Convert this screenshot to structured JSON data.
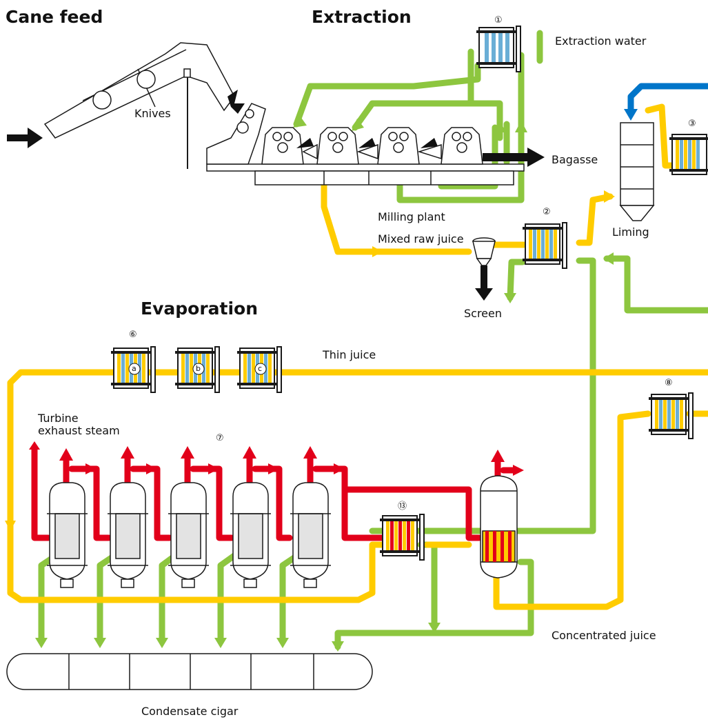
{
  "headings": {
    "cane_feed": "Cane feed",
    "extraction": "Extraction",
    "evaporation": "Evaporation"
  },
  "labels": {
    "extraction_water": "Extraction water",
    "knives": "Knives",
    "bagasse": "Bagasse",
    "milling_plant": "Milling plant",
    "mixed_raw_juice": "Mixed raw juice",
    "liming": "Liming",
    "screen": "Screen",
    "thin_juice": "Thin juice",
    "turbine_exhaust_steam_1": "Turbine",
    "turbine_exhaust_steam_2": "exhaust steam",
    "concentrated_juice": "Concentrated juice",
    "condensate_cigar": "Condensate cigar"
  },
  "markers": {
    "hx1": "①",
    "hx2": "②",
    "hx3": "③",
    "hx6": "⑥",
    "hx7": "⑦",
    "hx8": "⑧",
    "hx13": "⑬",
    "sub_a": "a",
    "sub_b": "b",
    "sub_c": "c"
  },
  "colors": {
    "juice": "#ffcc00",
    "water": "#8dc63f",
    "steam": "#e2001a",
    "cold_water": "#0075c9",
    "plate_blue": "#6aaed6",
    "outline": "#1a1a1a",
    "gray_fill": "#e3e3e3"
  }
}
